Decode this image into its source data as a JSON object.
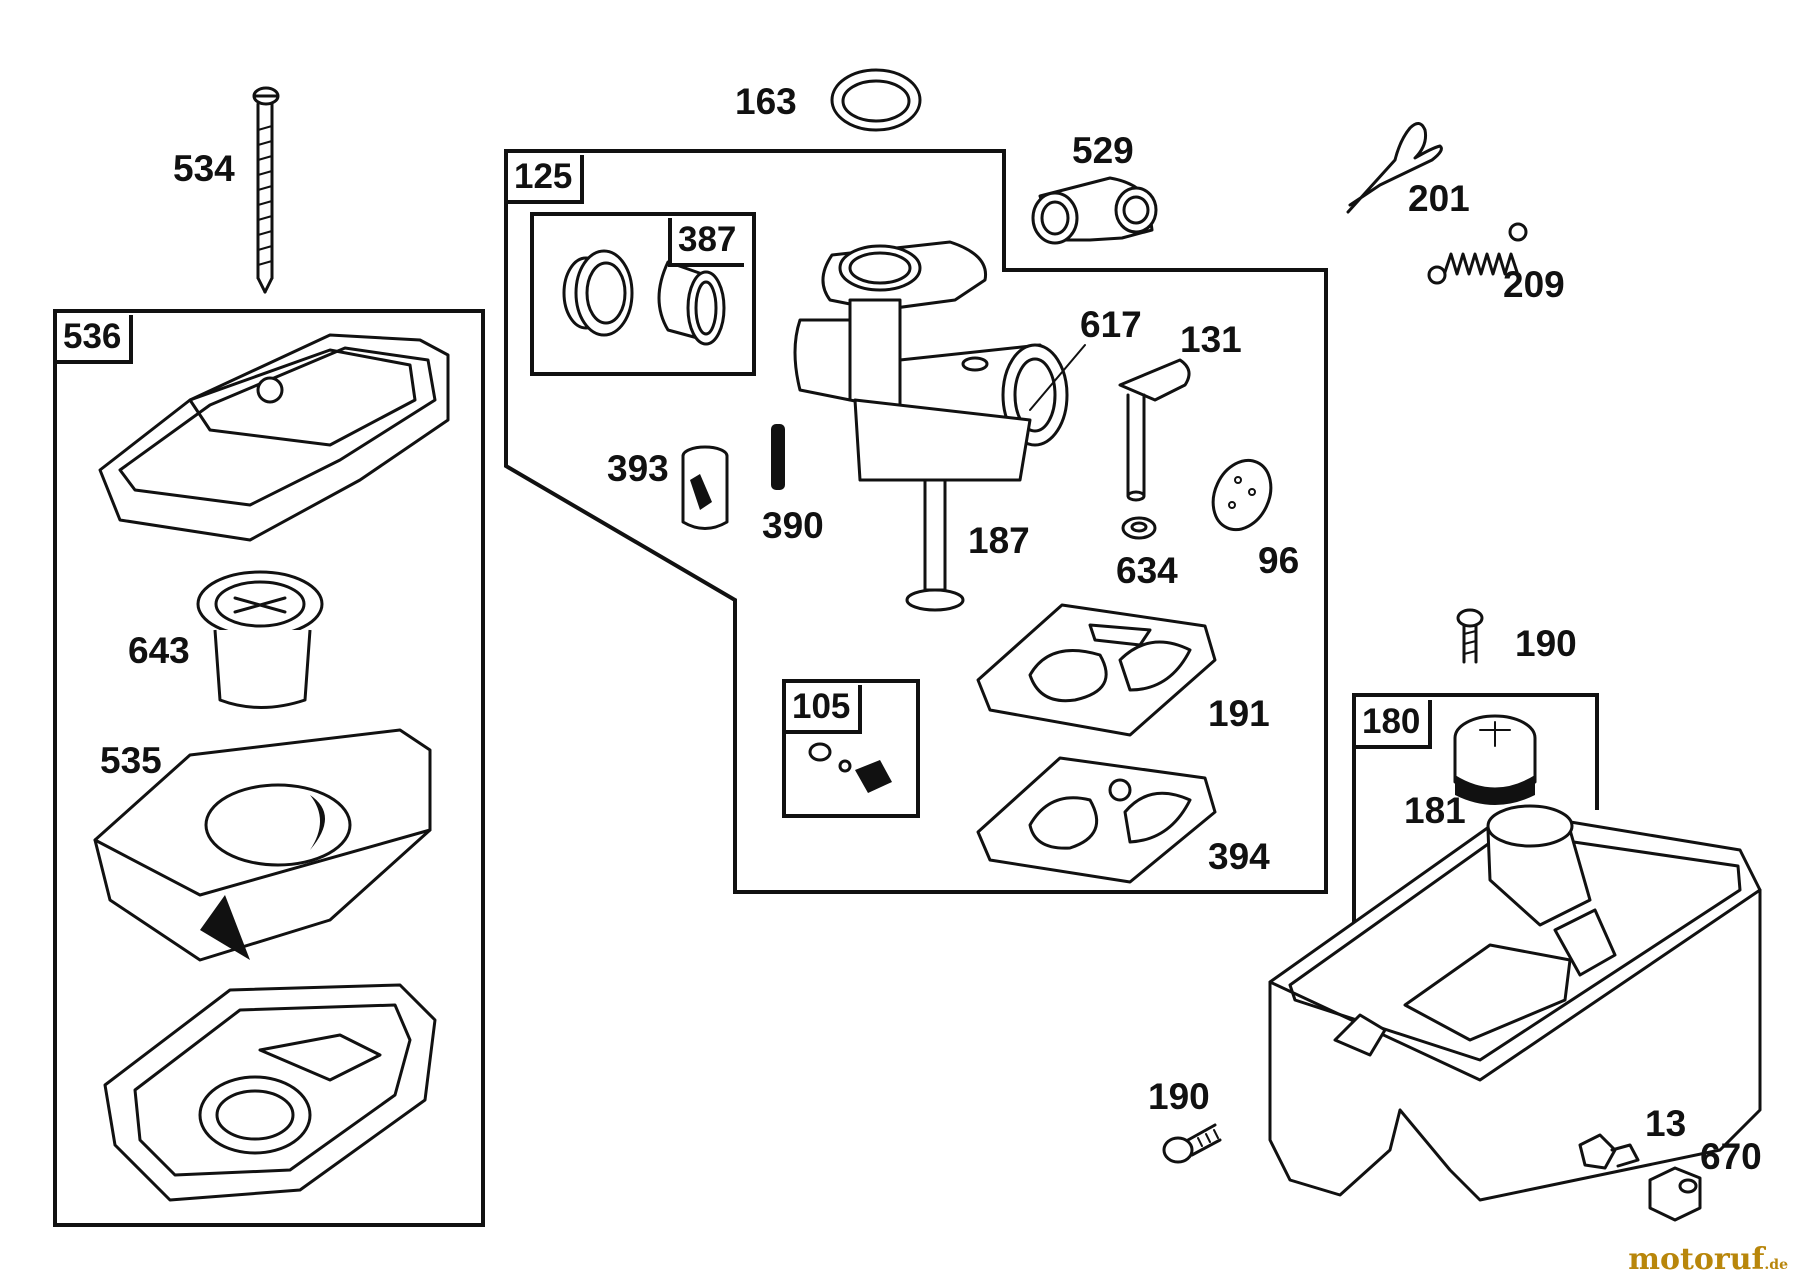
{
  "labels": {
    "p534": "534",
    "p163": "163",
    "p125": "125",
    "p387": "387",
    "p529": "529",
    "p201": "201",
    "p209": "209",
    "p536": "536",
    "p617": "617",
    "p131": "131",
    "p393": "393",
    "p390": "390",
    "p187": "187",
    "p634": "634",
    "p96": "96",
    "p643": "643",
    "p190a": "190",
    "p191": "191",
    "p105": "105",
    "p535": "535",
    "p180": "180",
    "p181": "181",
    "p394": "394",
    "p190b": "190",
    "p13": "13",
    "p670": "670"
  },
  "watermark": {
    "brand": "motoruf",
    "tld": ".de"
  }
}
